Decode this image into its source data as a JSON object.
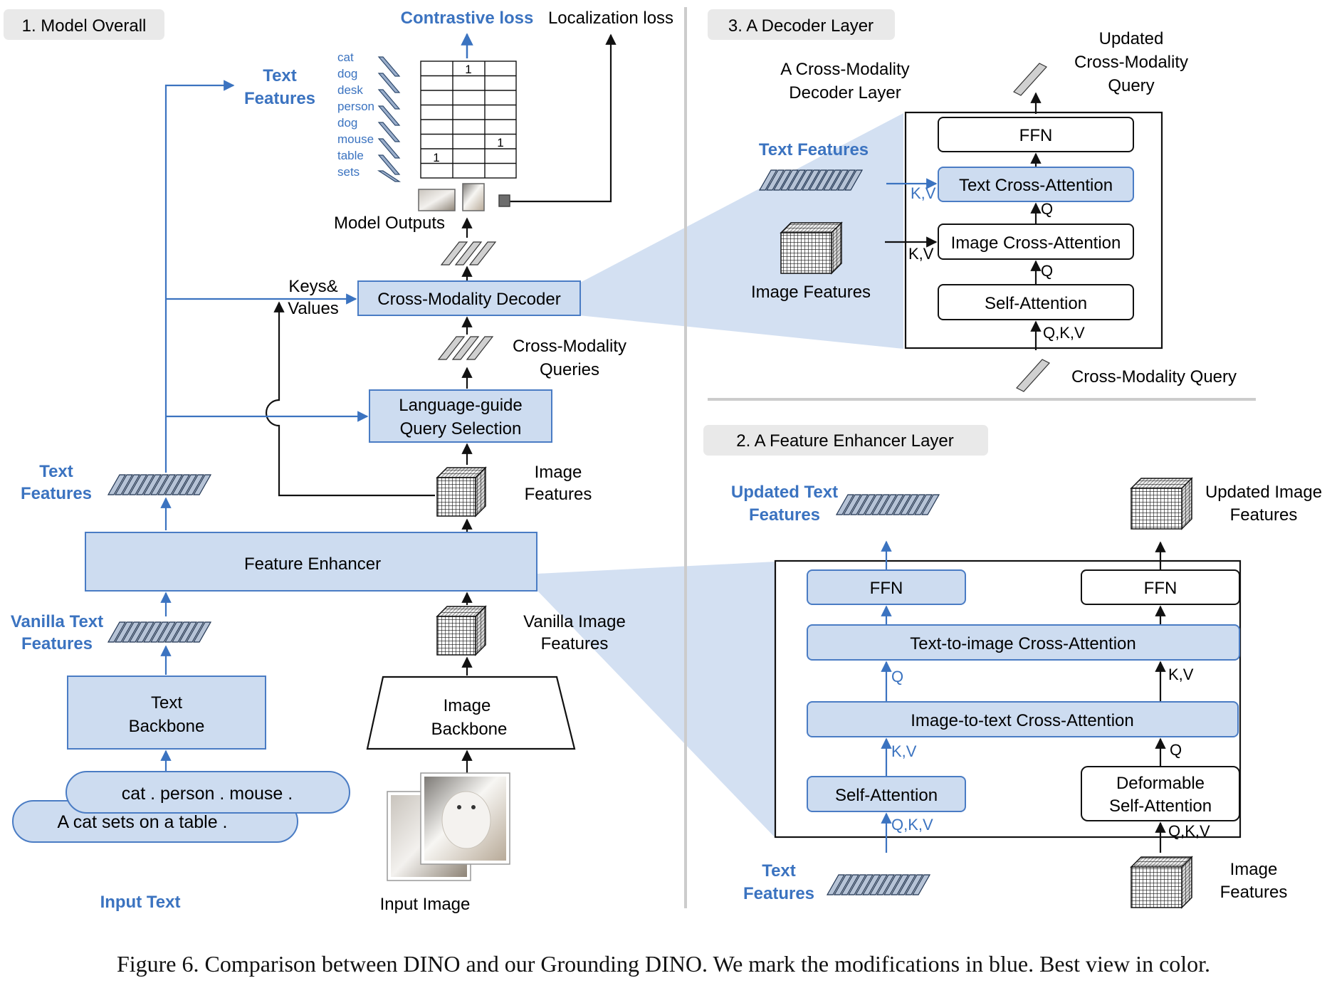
{
  "colors": {
    "blue": "#3b73c0",
    "box_fill": "#cddcf0",
    "box_stroke": "#4a7cc4",
    "panel_bg": "#e9e9e9",
    "zoom": "#c4d5ed"
  },
  "panels": {
    "model_overall": "1. Model Overall",
    "decoder_layer": "3. A Decoder Layer",
    "feature_enhancer_layer": "2. A Feature Enhancer Layer"
  },
  "overall": {
    "contrastive_loss": "Contrastive loss",
    "localization_loss": "Localization loss",
    "text_features_top": [
      "Text",
      "Features"
    ],
    "vocab": [
      "cat",
      "dog",
      "desk",
      "person",
      "dog",
      "mouse",
      "table",
      "sets"
    ],
    "grid_ones": [
      "1",
      "1",
      "1"
    ],
    "model_outputs": "Model Outputs",
    "keys_values": [
      "Keys&",
      "Values"
    ],
    "cross_modality_decoder": "Cross-Modality Decoder",
    "cross_modality_queries": [
      "Cross-Modality",
      "Queries"
    ],
    "query_selection": [
      "Language-guide",
      "Query Selection"
    ],
    "image_features": [
      "Image",
      "Features"
    ],
    "text_features": [
      "Text",
      "Features"
    ],
    "feature_enhancer": "Feature Enhancer",
    "vanilla_text_features": [
      "Vanilla Text",
      "Features"
    ],
    "vanilla_image_features": [
      "Vanilla Image",
      "Features"
    ],
    "text_backbone": [
      "Text",
      "Backbone"
    ],
    "image_backbone": [
      "Image",
      "Backbone"
    ],
    "prompt_front": "cat . person . mouse .",
    "prompt_back": "A cat sets on a table .",
    "input_text": "Input Text",
    "input_image": "Input Image"
  },
  "decoder": {
    "title": [
      "A Cross-Modality",
      "Decoder Layer"
    ],
    "updated_query": [
      "Updated",
      "Cross-Modality",
      "Query"
    ],
    "text_features": "Text Features",
    "image_features": "Image Features",
    "ffn": "FFN",
    "text_cross_attention": "Text Cross-Attention",
    "image_cross_attention": "Image Cross-Attention",
    "self_attention": "Self-Attention",
    "kv": "K,V",
    "q": "Q",
    "qkv": "Q,K,V",
    "cross_modality_query": "Cross-Modality Query"
  },
  "enhancer": {
    "updated_text_features": [
      "Updated Text",
      "Features"
    ],
    "updated_image_features": [
      "Updated Image",
      "Features"
    ],
    "ffn": "FFN",
    "text_to_image": "Text-to-image Cross-Attention",
    "image_to_text": "Image-to-text Cross-Attention",
    "self_attention": "Self-Attention",
    "deformable": [
      "Deformable",
      "Self-Attention"
    ],
    "q": "Q",
    "kv": "K,V",
    "qkv": "Q,K,V",
    "text_features": [
      "Text",
      "Features"
    ],
    "image_features": [
      "Image",
      "Features"
    ]
  },
  "caption": "Figure 6. Comparison between DINO and our Grounding DINO. We mark the modifications in blue. Best view in color."
}
